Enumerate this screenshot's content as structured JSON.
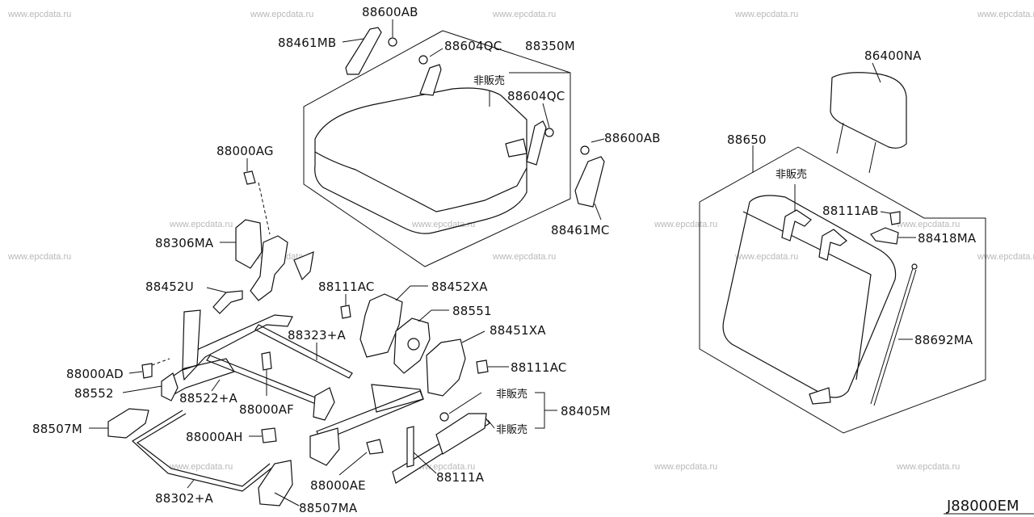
{
  "watermark": "www.epcdata.ru",
  "diagram_code": "J88000EM",
  "labels": {
    "p88600AB_top": "88600AB",
    "p88461MB": "88461MB",
    "p88604QC_top": "88604QC",
    "p88350M": "88350M",
    "not_for_sale_cushion": "非販売",
    "p88604QC_right": "88604QC",
    "p88600AB_right": "88600AB",
    "p88461MC": "88461MC",
    "p88000AG": "88000AG",
    "p88306MA": "88306MA",
    "p88452U": "88452U",
    "p88111AC_left": "88111AC",
    "p88452XA": "88452XA",
    "p88551": "88551",
    "p88323A": "88323+A",
    "p88451XA": "88451XA",
    "p88111AC_right": "88111AC",
    "p88000AD": "88000AD",
    "p88552": "88552",
    "p88522A": "88522+A",
    "p88000AF": "88000AF",
    "not_for_sale_1": "非販売",
    "not_for_sale_2": "非販売",
    "p88405M": "88405M",
    "p88507M": "88507M",
    "p88000AH": "88000AH",
    "p88302A": "88302+A",
    "p88000AE": "88000AE",
    "p88111A": "88111A",
    "p88507MA": "88507MA",
    "p86400NA": "86400NA",
    "p88650": "88650",
    "not_for_sale_back": "非販売",
    "p88111AB": "88111AB",
    "p88418MA": "88418MA",
    "p88692MA": "88692MA"
  }
}
